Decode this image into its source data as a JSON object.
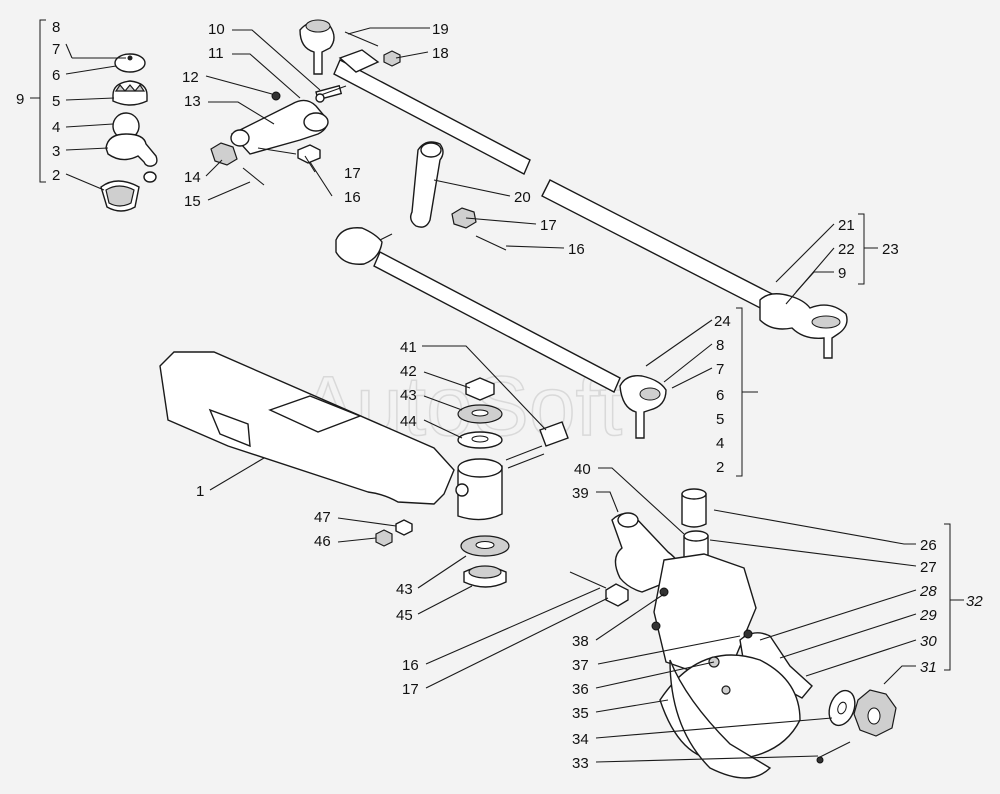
{
  "watermark": "AutoSoft",
  "labels": [
    {
      "id": "l8a",
      "text": "8"
    },
    {
      "id": "l7a",
      "text": "7"
    },
    {
      "id": "l6a",
      "text": "6"
    },
    {
      "id": "l5a",
      "text": "5"
    },
    {
      "id": "l4a",
      "text": "4"
    },
    {
      "id": "l3",
      "text": "3"
    },
    {
      "id": "l2a",
      "text": "2"
    },
    {
      "id": "l9a",
      "text": "9"
    },
    {
      "id": "l10",
      "text": "10"
    },
    {
      "id": "l11",
      "text": "11"
    },
    {
      "id": "l12",
      "text": "12"
    },
    {
      "id": "l13",
      "text": "13"
    },
    {
      "id": "l14",
      "text": "14"
    },
    {
      "id": "l15",
      "text": "15"
    },
    {
      "id": "l16a",
      "text": "16"
    },
    {
      "id": "l17a",
      "text": "17"
    },
    {
      "id": "l19",
      "text": "19"
    },
    {
      "id": "l18",
      "text": "18"
    },
    {
      "id": "l20",
      "text": "20"
    },
    {
      "id": "l17b",
      "text": "17"
    },
    {
      "id": "l16b",
      "text": "16"
    },
    {
      "id": "l21",
      "text": "21"
    },
    {
      "id": "l22",
      "text": "22"
    },
    {
      "id": "l9b",
      "text": "9"
    },
    {
      "id": "l23",
      "text": "23"
    },
    {
      "id": "l24",
      "text": "24"
    },
    {
      "id": "l8b",
      "text": "8"
    },
    {
      "id": "l7b",
      "text": "7"
    },
    {
      "id": "l6b",
      "text": "6"
    },
    {
      "id": "l5b",
      "text": "5"
    },
    {
      "id": "l4b",
      "text": "4"
    },
    {
      "id": "l2b",
      "text": "2"
    },
    {
      "id": "l41",
      "text": "41"
    },
    {
      "id": "l42",
      "text": "42"
    },
    {
      "id": "l43a",
      "text": "43"
    },
    {
      "id": "l44",
      "text": "44"
    },
    {
      "id": "l1",
      "text": "1"
    },
    {
      "id": "l47",
      "text": "47"
    },
    {
      "id": "l46",
      "text": "46"
    },
    {
      "id": "l43b",
      "text": "43"
    },
    {
      "id": "l45",
      "text": "45"
    },
    {
      "id": "l40",
      "text": "40"
    },
    {
      "id": "l39",
      "text": "39"
    },
    {
      "id": "l16c",
      "text": "16"
    },
    {
      "id": "l17c",
      "text": "17"
    },
    {
      "id": "l38",
      "text": "38"
    },
    {
      "id": "l37",
      "text": "37"
    },
    {
      "id": "l36",
      "text": "36"
    },
    {
      "id": "l35",
      "text": "35"
    },
    {
      "id": "l34",
      "text": "34"
    },
    {
      "id": "l33",
      "text": "33"
    },
    {
      "id": "l26",
      "text": "26"
    },
    {
      "id": "l27",
      "text": "27"
    },
    {
      "id": "l28",
      "text": "28"
    },
    {
      "id": "l29",
      "text": "29"
    },
    {
      "id": "l30",
      "text": "30"
    },
    {
      "id": "l31",
      "text": "31"
    },
    {
      "id": "l32",
      "text": "32"
    }
  ]
}
